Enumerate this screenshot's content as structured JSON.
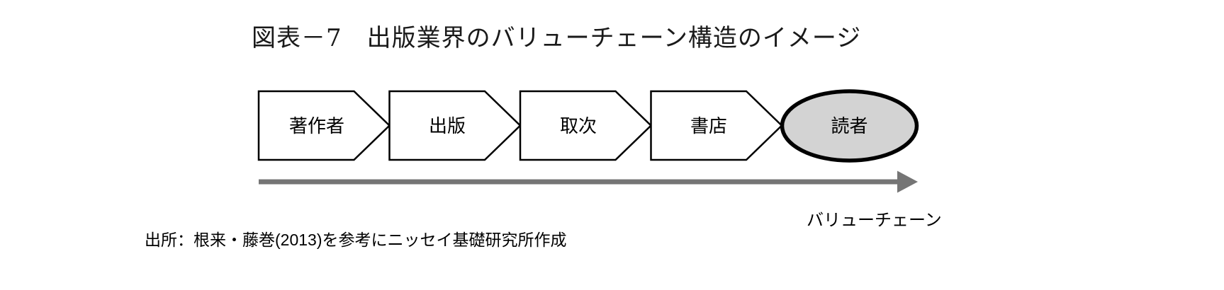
{
  "title": "図表－7　出版業界のバリューチェーン構造のイメージ",
  "diagram": {
    "stages": [
      {
        "label": "著作者",
        "shape": "chevron"
      },
      {
        "label": "出版",
        "shape": "chevron"
      },
      {
        "label": "取次",
        "shape": "chevron"
      },
      {
        "label": "書店",
        "shape": "chevron"
      },
      {
        "label": "読者",
        "shape": "ellipse"
      }
    ],
    "arrow_label": "バリューチェーン",
    "colors": {
      "chevron_fill": "#ffffff",
      "chevron_border": "#000000",
      "ellipse_fill": "#d3d3d3",
      "ellipse_border": "#000000",
      "arrow": "#757575",
      "text": "#000000"
    }
  },
  "source_note": "出所：根来・藤巻(2013)を参考にニッセイ基礎研究所作成"
}
